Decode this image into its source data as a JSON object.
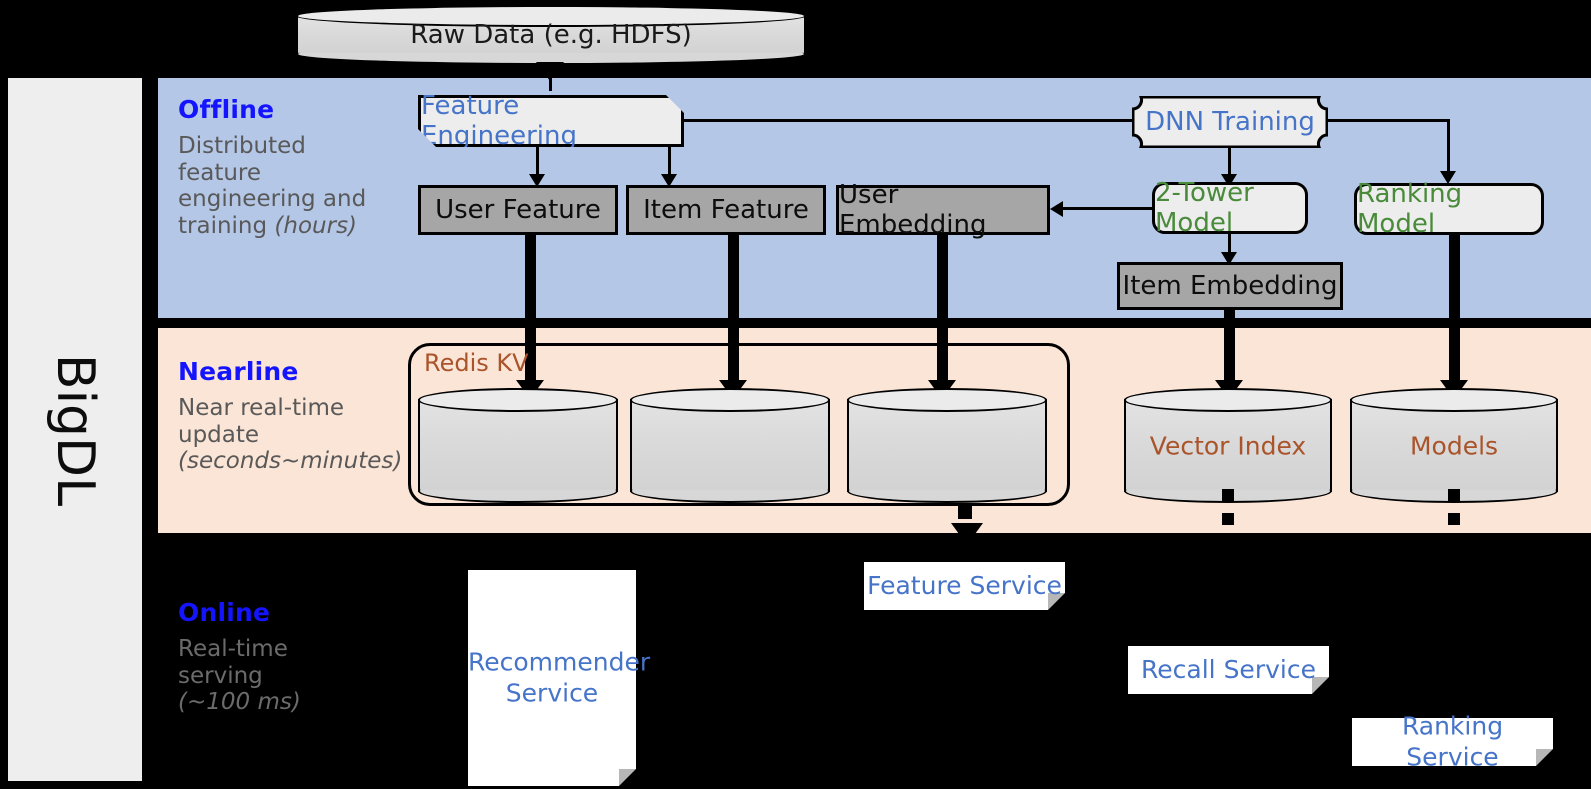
{
  "platform": {
    "name": "BigDL"
  },
  "source": {
    "label": "Raw Data (e.g. HDFS)"
  },
  "bands": {
    "offline": {
      "title": "Offline",
      "subtitle_lines": [
        "Distributed",
        "feature",
        "engineering and",
        "training "
      ],
      "subtitle_emphasis": "(hours)"
    },
    "nearline": {
      "title": "Nearline",
      "subtitle_lines": [
        "Near real-time",
        "update "
      ],
      "subtitle_emphasis": "(seconds~minutes)"
    },
    "online": {
      "title": "Online",
      "subtitle_lines": [
        "Real-time",
        "serving "
      ],
      "subtitle_emphasis": "(~100 ms)"
    }
  },
  "offline_nodes": {
    "feature_engineering": "Feature Engineering",
    "dnn_training": "DNN Training",
    "user_feature": "User Feature",
    "item_feature": "Item Feature",
    "user_embedding": "User Embedding",
    "two_tower_model": "2-Tower Model",
    "ranking_model": "Ranking Model",
    "item_embedding": "Item Embedding"
  },
  "nearline_nodes": {
    "redis_kv": "Redis KV",
    "kv_store_1": "",
    "kv_store_2": "",
    "kv_store_3": "",
    "vector_index": "Vector Index",
    "models": "Models"
  },
  "online_nodes": {
    "recommender_service": "Recommender Service",
    "feature_service": "Feature Service",
    "recall_service": "Recall Service",
    "ranking_service": "Ranking Service"
  },
  "colors": {
    "offline_band": "#b4c7e7",
    "nearline_band": "#fbe5d6",
    "online_band": "#000000",
    "rail": "#eeeeee",
    "band_title": "#1414ff",
    "band_subtitle": "#595959",
    "process_text_blue": "#4674c8",
    "process_text_green": "#4a8b3b",
    "store_text_brown": "#a9542a",
    "data_box_fill": "#a6a6a6",
    "process_box_fill": "#ededed"
  }
}
